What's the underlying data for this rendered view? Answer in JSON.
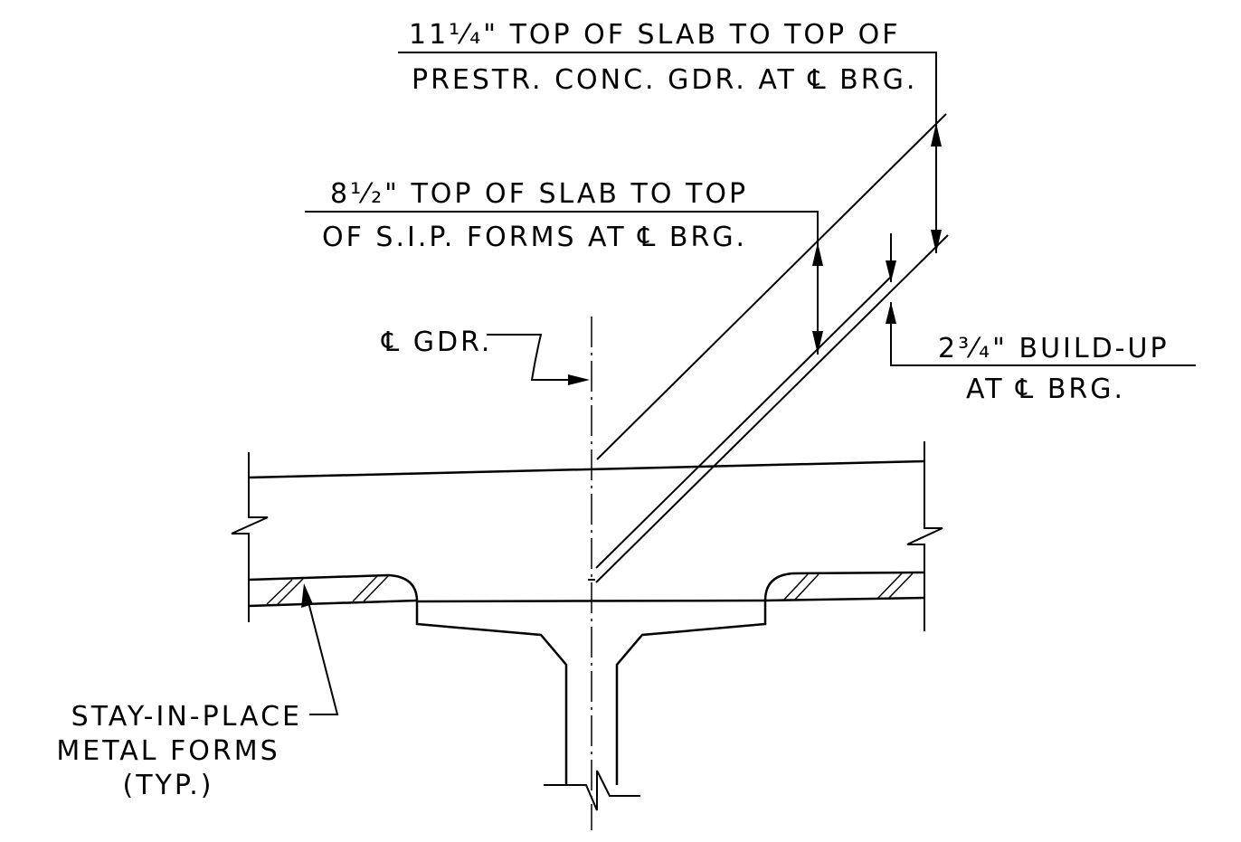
{
  "drawing": {
    "labels": {
      "top_slab_to_girder_line1": "11¹⁄₄\" TOP OF SLAB TO TOP OF",
      "top_slab_to_girder_line2": "PRESTR. CONC. GDR. AT ℄ BRG.",
      "top_slab_to_forms_line1": "8¹⁄₂\" TOP OF SLAB TO TOP",
      "top_slab_to_forms_line2": "OF S.I.P. FORMS AT ℄ BRG.",
      "girder_centerline": "℄ GDR.",
      "buildup_line1": "2³⁄₄\" BUILD-UP",
      "buildup_line2": "AT ℄ BRG.",
      "forms_line1": "STAY-IN-PLACE",
      "forms_line2": "METAL FORMS",
      "forms_line3": "(TYP.)"
    }
  }
}
